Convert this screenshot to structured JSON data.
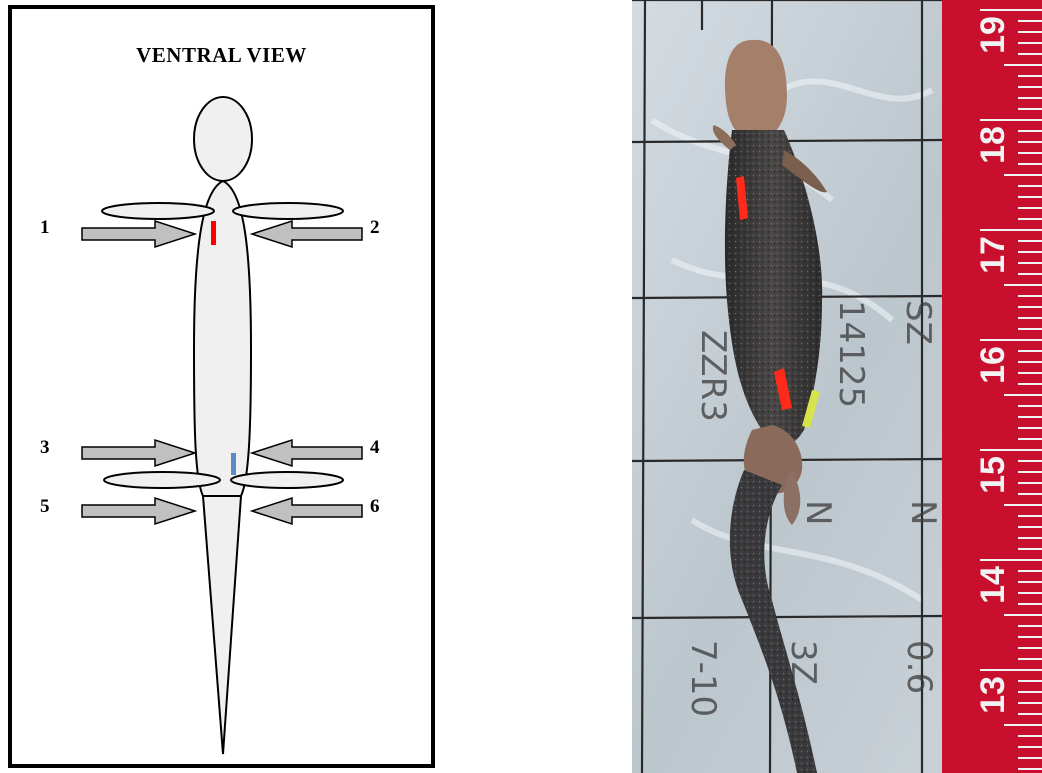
{
  "diagram": {
    "title": "VENTRAL VIEW",
    "arrow_labels": [
      "1",
      "2",
      "3",
      "4",
      "5",
      "6"
    ],
    "colors": {
      "body_fill": "#f0f0f0",
      "arrow_fill": "#c0c0c0",
      "mark_red": "#ff0000",
      "mark_blue": "#5b8ac8"
    }
  },
  "photo": {
    "ruler_numbers": [
      "19",
      "18",
      "17",
      "16",
      "15",
      "14",
      "13"
    ],
    "colors": {
      "ruler": "#c8102e",
      "background": "#c9d2d8",
      "grid_lines": "#2a2a2a",
      "specimen": "#3b3a3a",
      "mark_red": "#ff2a1a",
      "mark_yellow": "#d6e34a"
    }
  }
}
